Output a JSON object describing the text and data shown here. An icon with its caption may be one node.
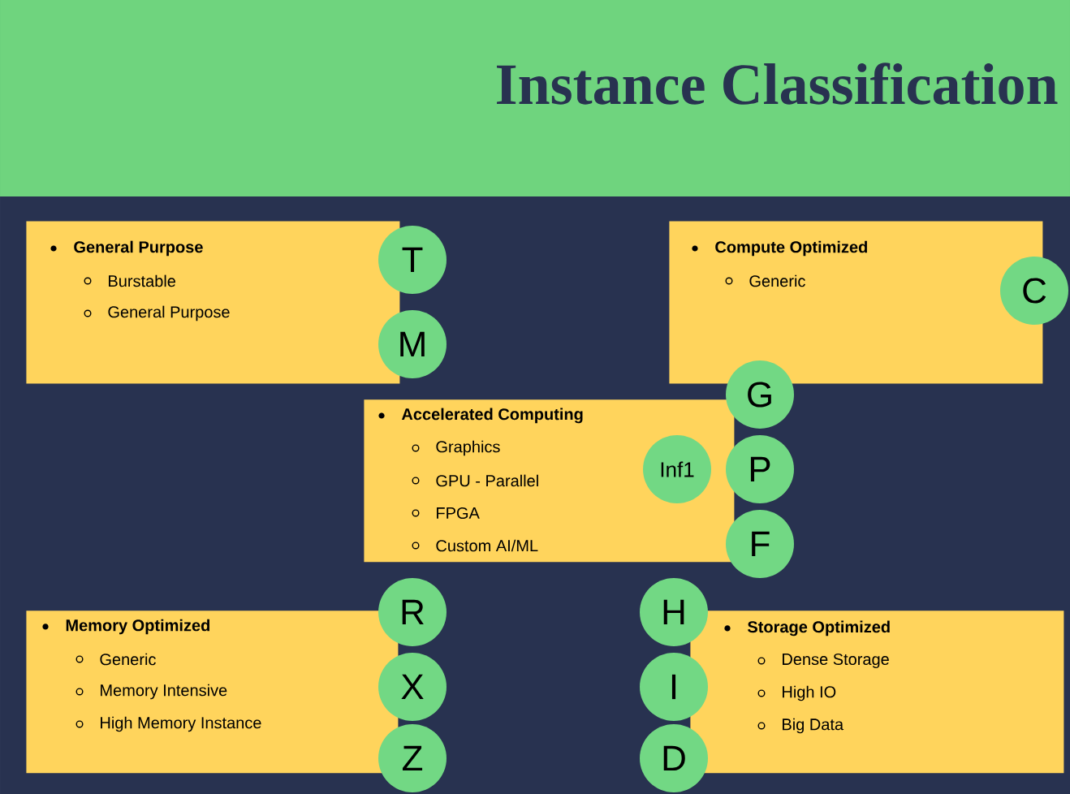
{
  "diagram": {
    "title": "Instance Classification",
    "nodes": [
      {
        "text": [
          "General Purpose",
          "Burstable",
          "General Purpose"
        ]
      },
      {
        "text": [
          "T"
        ]
      },
      {
        "text": [
          "M"
        ]
      },
      {
        "text": [
          "Compute Optimized",
          "Generic"
        ]
      },
      {
        "text": [
          "C"
        ]
      },
      {
        "text": [
          "Accelerated Computing",
          "Graphics",
          "GPU - Parallel",
          "FPGA",
          "Custom AI/ML"
        ]
      },
      {
        "text": [
          "G"
        ]
      },
      {
        "text": [
          "Inf1"
        ],
        "in": 5
      },
      {
        "text": [
          "P"
        ]
      },
      {
        "text": [
          "F"
        ]
      },
      {
        "text": [
          "Memory Optimized",
          "Generic",
          "Memory Intensive",
          "High Memory Instance"
        ]
      },
      {
        "text": [
          "R"
        ]
      },
      {
        "text": [
          "X"
        ]
      },
      {
        "text": [
          "Z"
        ]
      },
      {
        "text": [
          "Storage Optimized",
          "Dense Storage",
          "High IO",
          "Big Data"
        ]
      },
      {
        "text": [
          "H"
        ]
      },
      {
        "text": [
          "I"
        ]
      },
      {
        "text": [
          "D"
        ]
      }
    ]
  }
}
